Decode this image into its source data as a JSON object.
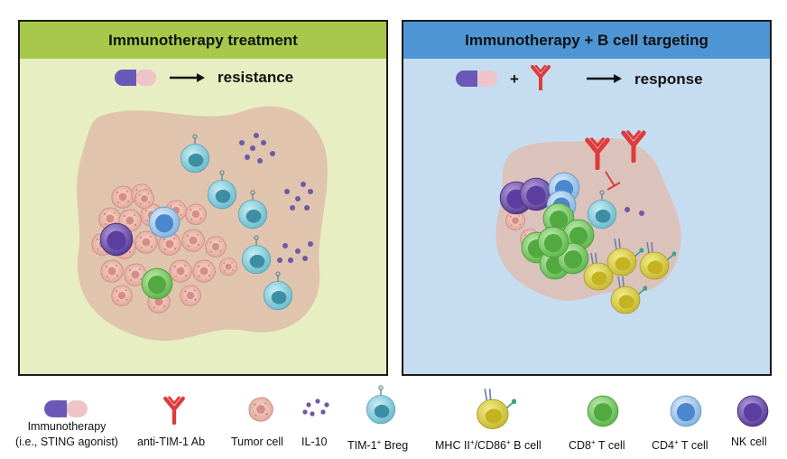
{
  "left_panel": {
    "title": "Immunotherapy treatment",
    "outcome": "resistance"
  },
  "right_panel": {
    "title": "Immunotherapy + B cell targeting",
    "plus": "+",
    "outcome": "response"
  },
  "legend": {
    "immunotherapy_line1": "Immunotherapy",
    "immunotherapy_line2": "(i.e., STING agonist)",
    "antibody": "anti-TIM-1 Ab",
    "tumor_cell": "Tumor cell",
    "il10": "IL-10",
    "breg_prefix": "TIM-1",
    "breg_sup": "+",
    "breg_suffix": " Breg",
    "bcell_prefix": "MHC II",
    "bcell_sup1": "+",
    "bcell_mid": "/CD86",
    "bcell_sup2": "+",
    "bcell_suffix": " B cell",
    "cd8_prefix": "CD8",
    "cd8_sup": "+",
    "cd8_suffix": " T cell",
    "cd4_prefix": "CD4",
    "cd4_sup": "+",
    "cd4_suffix": " T cell",
    "nk": "NK cell"
  },
  "colors": {
    "left_bg": "#e6eec2",
    "left_header": "#a7c84a",
    "right_bg": "#c6dcf0",
    "right_header": "#4e96d3",
    "tumor_mass": "#e2bfae",
    "antibody": "#e03a3a",
    "il10": "#6a5aa8",
    "breg": "#8ed0de",
    "bcell": "#d9d24a",
    "cd8": "#7dcc6a",
    "cd4": "#8fbce8",
    "nk": "#7a5ab0"
  }
}
